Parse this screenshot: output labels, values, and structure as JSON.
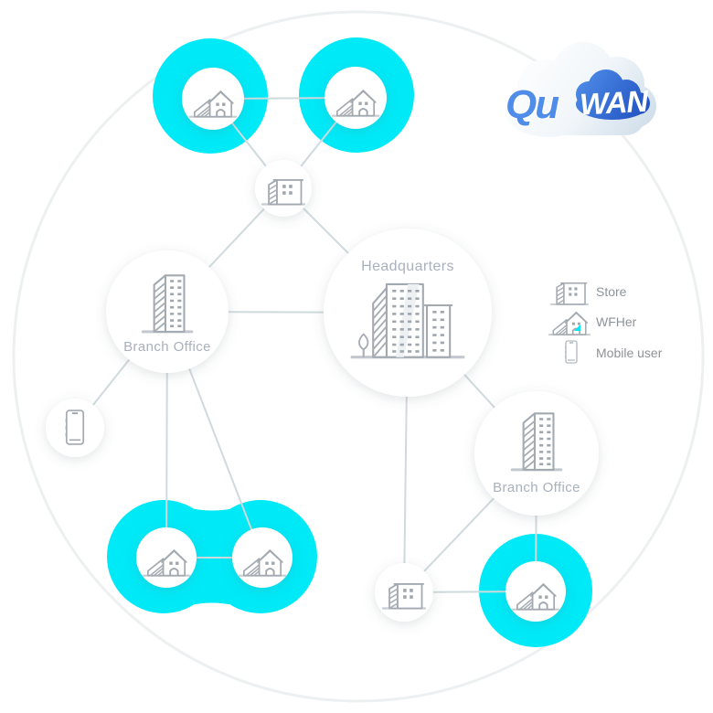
{
  "logo": {
    "text": "QuWAN",
    "part_qu": "Qu",
    "part_wan": "WAN"
  },
  "nodes": {
    "headquarters": {
      "label": "Headquarters",
      "icon": "headquarters-buildings-icon",
      "highlighted": false
    },
    "branch_office_left": {
      "label": "Branch Office",
      "icon": "office-tower-icon",
      "highlighted": false
    },
    "branch_office_right": {
      "label": "Branch Office",
      "icon": "office-tower-icon",
      "highlighted": false
    },
    "store_top": {
      "icon": "store-icon",
      "highlighted": false
    },
    "store_bottom": {
      "icon": "store-icon",
      "highlighted": false
    },
    "wfh_top_left": {
      "icon": "wfh-house-icon",
      "highlighted": true
    },
    "wfh_top_right": {
      "icon": "wfh-house-icon",
      "highlighted": true
    },
    "wfh_bottom_left_a": {
      "icon": "wfh-house-icon",
      "highlighted": true
    },
    "wfh_bottom_left_b": {
      "icon": "wfh-house-icon",
      "highlighted": true
    },
    "wfh_bottom_right": {
      "icon": "wfh-house-icon",
      "highlighted": true
    },
    "mobile_user": {
      "icon": "mobile-phone-icon",
      "highlighted": false
    }
  },
  "connections": [
    [
      "wfh_top_left",
      "wfh_top_right"
    ],
    [
      "wfh_top_left",
      "store_top"
    ],
    [
      "wfh_top_right",
      "store_top"
    ],
    [
      "store_top",
      "branch_office_left"
    ],
    [
      "store_top",
      "headquarters"
    ],
    [
      "branch_office_left",
      "headquarters"
    ],
    [
      "branch_office_left",
      "mobile_user"
    ],
    [
      "branch_office_left",
      "wfh_bottom_left_a"
    ],
    [
      "branch_office_left",
      "wfh_bottom_left_b"
    ],
    [
      "wfh_bottom_left_a",
      "wfh_bottom_left_b"
    ],
    [
      "headquarters",
      "branch_office_right"
    ],
    [
      "headquarters",
      "store_bottom"
    ],
    [
      "branch_office_right",
      "store_bottom"
    ],
    [
      "branch_office_right",
      "wfh_bottom_right"
    ],
    [
      "store_bottom",
      "wfh_bottom_right"
    ]
  ],
  "legend": {
    "items": [
      {
        "icon": "store-icon",
        "label": "Store"
      },
      {
        "icon": "wfh-house-icon",
        "label": "WFHer"
      },
      {
        "icon": "mobile-phone-icon",
        "label": "Mobile user"
      }
    ]
  },
  "colors": {
    "cyan": "#00e9f7",
    "line": "#cfdadd",
    "ring": "#edf0f1",
    "label": "#a9b1bd",
    "legend_text": "#8d9399",
    "node_fill": "#ffffff",
    "icon_stroke": "#a2a9b0",
    "icon_detail": "#9fa6ad",
    "ground_line": "#c6ccd1",
    "logo_blue_dark": "#1f4fc0",
    "logo_blue_light": "#4f8de8"
  }
}
